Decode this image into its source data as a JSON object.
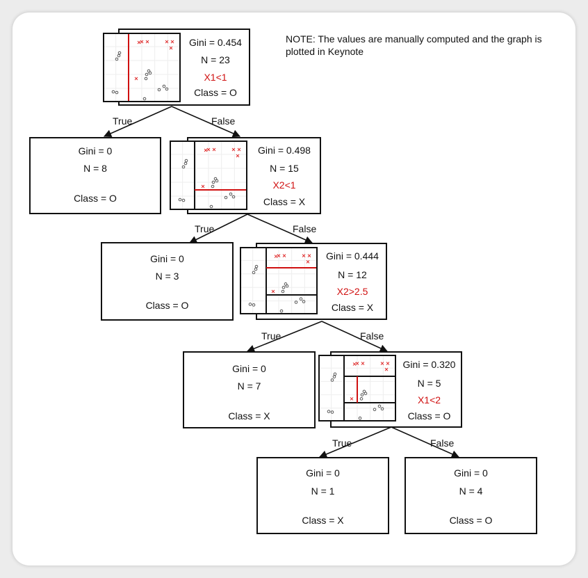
{
  "note": "NOTE: The values are manually computed and the graph is plotted in Keynote",
  "nodes": {
    "root": {
      "gini": "Gini = 0.454",
      "n": "N = 23",
      "split": "X1<1",
      "cls": "Class = O"
    },
    "n2": {
      "gini": "Gini = 0",
      "n": "N = 8",
      "cls": "Class = O"
    },
    "n3": {
      "gini": "Gini = 0.498",
      "n": "N = 15",
      "split": "X2<1",
      "cls": "Class = X"
    },
    "n4": {
      "gini": "Gini = 0",
      "n": "N = 3",
      "cls": "Class = O"
    },
    "n5": {
      "gini": "Gini = 0.444",
      "n": "N = 12",
      "split": "X2>2.5",
      "cls": "Class = X"
    },
    "n6": {
      "gini": "Gini = 0",
      "n": "N = 7",
      "cls": "Class = X"
    },
    "n7": {
      "gini": "Gini = 0.320",
      "n": "N = 5",
      "split": "X1<2",
      "cls": "Class = O"
    },
    "n8": {
      "gini": "Gini = 0",
      "n": "N = 1",
      "cls": "Class = X"
    },
    "n9": {
      "gini": "Gini = 0",
      "n": "N = 4",
      "cls": "Class = O"
    }
  },
  "edges": {
    "true_label": "True",
    "false_label": "False"
  },
  "colors": {
    "split": "#d01010",
    "marker_x": "#e03030",
    "marker_o": "#555555"
  }
}
